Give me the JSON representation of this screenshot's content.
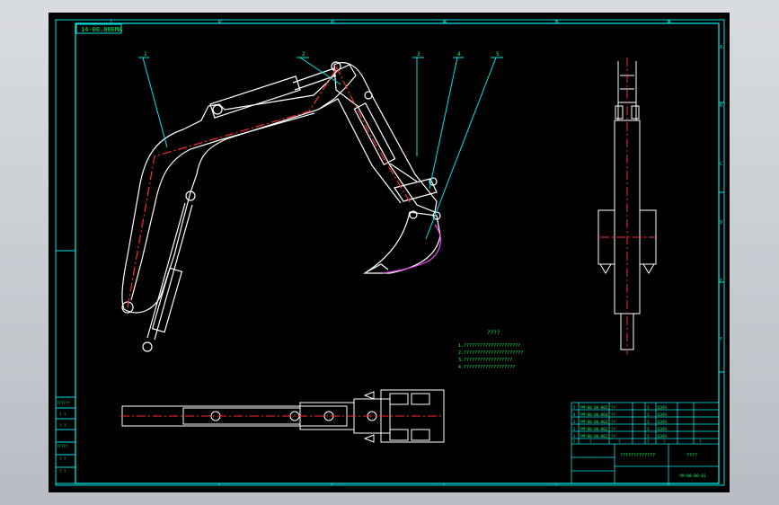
{
  "drawing": {
    "code_box": "14-00.00EMA",
    "leaders": [
      "1",
      "2",
      "3",
      "4",
      "5"
    ],
    "notes": {
      "title": "????",
      "lines": [
        "1.?????????????????????",
        "2.??????????????????????",
        "3.??????????????????",
        "4.???????????????????"
      ]
    },
    "frame_numbers_top": [
      "1",
      "2",
      "3",
      "4",
      "5",
      "6"
    ],
    "frame_letters_right": [
      "A",
      "B",
      "C",
      "D",
      "E",
      "F"
    ],
    "side_table": [
      "??????",
      "? ?",
      "? ?",
      "?????",
      "? ?",
      "? ?"
    ]
  },
  "title_block": {
    "rows": [
      {
        "no": "5",
        "code": "PM-00.00.005",
        "name": "??",
        "qty": "1",
        "mat": "Q345"
      },
      {
        "no": "4",
        "code": "PM-00.00.004",
        "name": "??",
        "qty": "1",
        "mat": "Q345"
      },
      {
        "no": "3",
        "code": "PM-00.00.003",
        "name": "??",
        "qty": "1",
        "mat": "Q345"
      },
      {
        "no": "2",
        "code": "PM-00.00.002",
        "name": "??",
        "qty": "1",
        "mat": "Q345"
      },
      {
        "no": "1",
        "code": "PM-00.00.001",
        "name": "??",
        "qty": "1",
        "mat": "Q345"
      }
    ],
    "header": [
      "?",
      "?",
      "?",
      "?",
      "?",
      "?"
    ],
    "project": "?????????????",
    "title": "????",
    "number": "YM-00.00.01"
  },
  "colors": {
    "frame": "#00e5e5",
    "text": "#00ff66",
    "lines": "#ffffff",
    "centerline": "#ff2a2a",
    "bucket": "#ff44ff",
    "background": "#000000"
  }
}
